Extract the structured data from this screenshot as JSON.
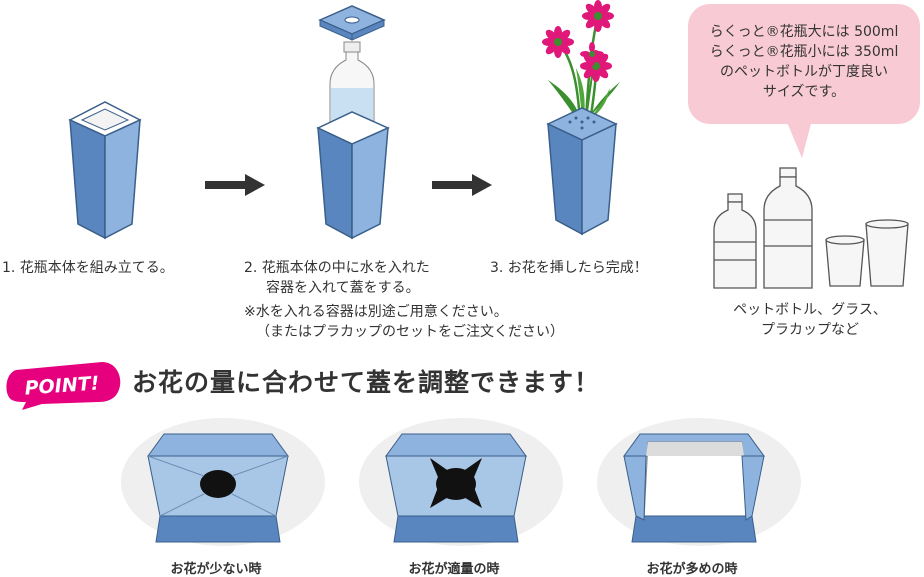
{
  "steps": [
    {
      "line1": "1. 花瓶本体を組み立てる。"
    },
    {
      "line1": "2. 花瓶本体の中に水を入れた",
      "line2": "容器を入れて蓋をする。"
    },
    {
      "line1": "3. お花を挿したら完成！"
    }
  ],
  "note": {
    "line1": "※水を入れる容器は別途ご用意ください。",
    "line2": "（またはプラカップのセットをご注文ください）"
  },
  "bubble": {
    "line1": "らくっと®花瓶大には 500ml",
    "line2": "らくっと®花瓶小には 350ml",
    "line3": "のペットボトルが丁度良い",
    "line4": "サイズです。"
  },
  "bottles_label": {
    "line1": "ペットボトル、グラス、",
    "line2": "プラカップなど"
  },
  "point": {
    "badge": "POINT!",
    "headline": "お花の量に合わせて蓋を調整できます！"
  },
  "captions": [
    "お花が少ない時",
    "お花が適量の時",
    "お花が多めの時"
  ],
  "colors": {
    "vase_front": "#5a86c0",
    "vase_side": "#8eb3df",
    "vase_outline": "#3a5f8a",
    "arrow": "#333333",
    "bubble": "#f8cbd4",
    "badge": "#e6007e",
    "flower": "#e0187a",
    "stem": "#3c8f2e",
    "oval": "#efefef"
  }
}
